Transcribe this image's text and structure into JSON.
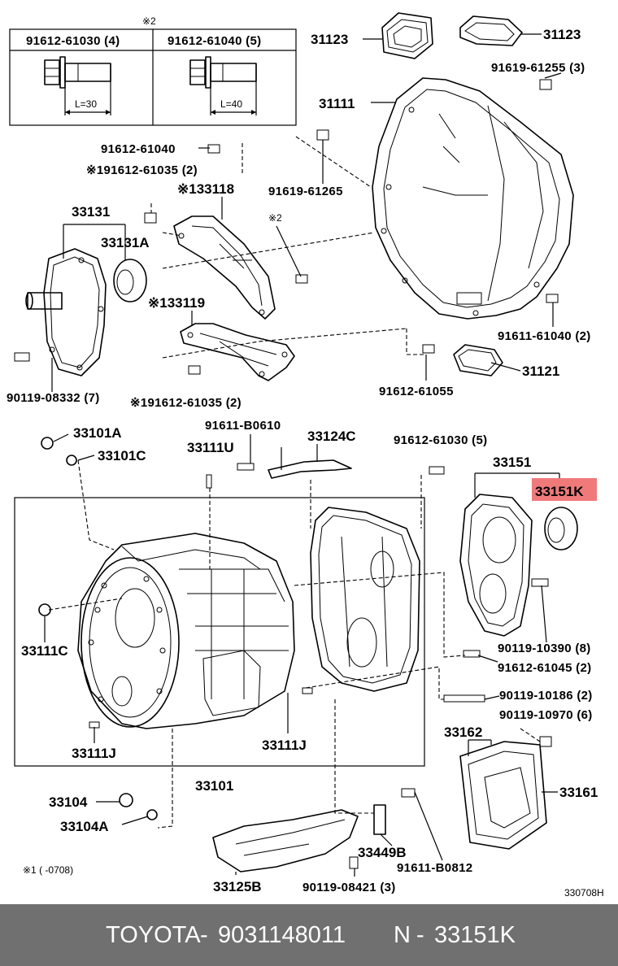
{
  "labels": {
    "note_mark_top": "※2",
    "bolt_a": "91612-61030 (4)",
    "bolt_b": "91612-61040 (5)",
    "len_a": "L=30",
    "len_b": "L=40",
    "p31123a": "31123",
    "p31123b": "31123",
    "p91619_61255": "91619-61255 (3)",
    "p31111": "31111",
    "p91612_61040": "91612-61040",
    "p91612_61035a": "※191612-61035 (2)",
    "p33118": "※133118",
    "p91619_61265": "91619-61265",
    "p33131": "33131",
    "p33131a": "33131A",
    "mark2": "※2",
    "p33119": "※133119",
    "p91611_61040": "91611-61040 (2)",
    "p31121": "31121",
    "p90119_08332": "90119-08332 (7)",
    "p91612_61035b": "※191612-61035 (2)",
    "p91612_61055": "91612-61055",
    "p33101a": "33101A",
    "p33101c": "33101C",
    "p91611_b0610": "91611-B0610",
    "p33124c": "33124C",
    "p33111u": "33111U",
    "p91612_61030": "91612-61030 (5)",
    "p33151": "33151",
    "p33151k": "33151K",
    "p33111c": "33111C",
    "p90119_10390": "90119-10390 (8)",
    "p91612_61045": "91612-61045 (2)",
    "p90119_10186": "90119-10186 (2)",
    "p90119_10970": "90119-10970 (6)",
    "p33162": "33162",
    "p33111j_a": "33111J",
    "p33111j_b": "33111J",
    "p33161": "33161",
    "p33101": "33101",
    "p33104": "33104",
    "p33104a": "33104A",
    "p33449b": "33449B",
    "p91611_b0812": "91611-B0812",
    "note1": "※1 (      -0708)",
    "p33125b": "33125B",
    "p90119_08421": "90119-08421 (3)",
    "diagram_code": "330708H"
  },
  "highlight_color": "#f07a7a",
  "footer": {
    "brand": "TOYOTA",
    "sep1": " - ",
    "part_number": "9031148011",
    "ref_prefix": "N",
    "sep2": " - ",
    "ref_code": "33151K"
  }
}
